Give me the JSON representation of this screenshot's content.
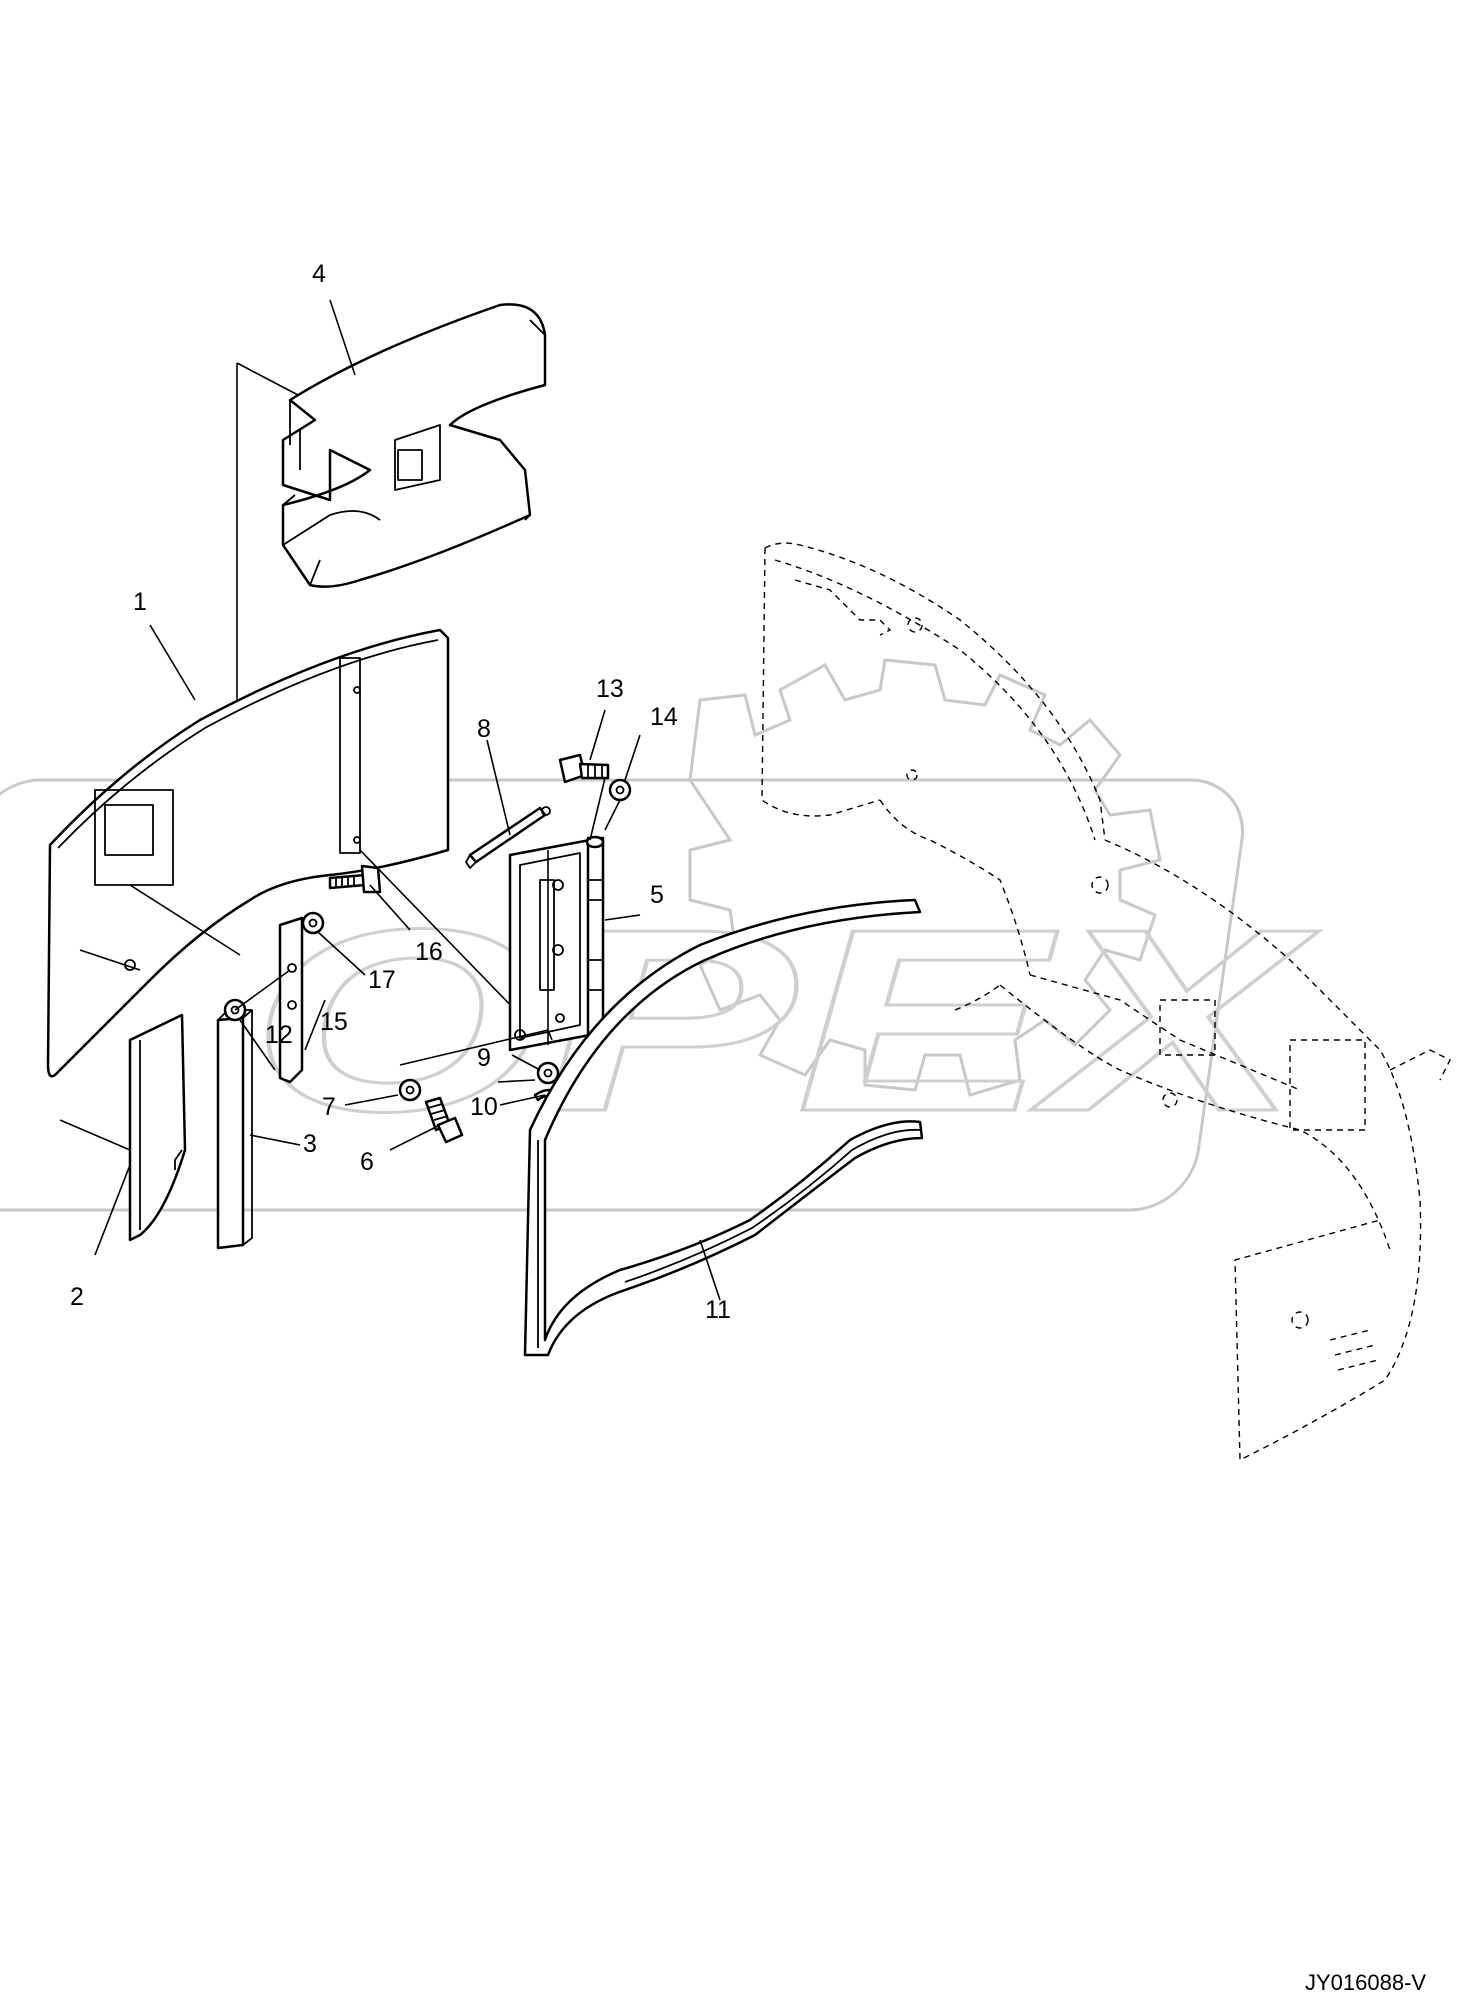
{
  "diagram": {
    "callouts": [
      "1",
      "2",
      "3",
      "4",
      "5",
      "6",
      "7",
      "8",
      "9",
      "10",
      "11",
      "12",
      "13",
      "14",
      "15",
      "16",
      "17"
    ],
    "reference_code": "JY016088-V",
    "watermark": "OPEX"
  }
}
